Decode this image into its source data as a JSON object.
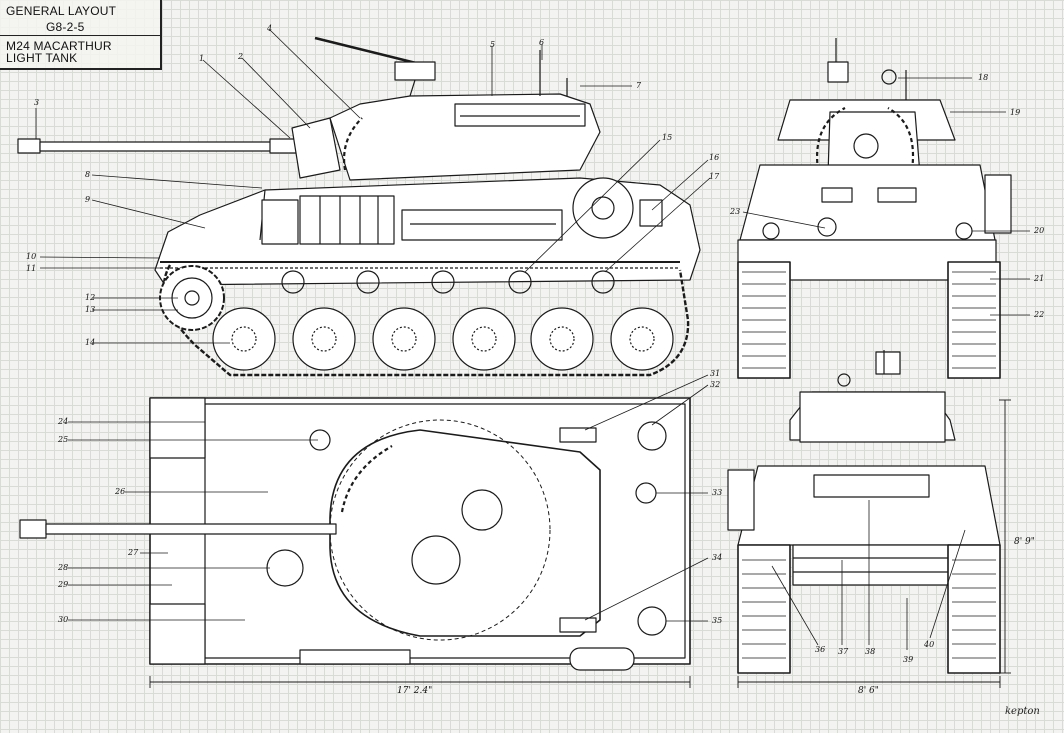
{
  "title_block": {
    "line1": "GENERAL LAYOUT",
    "line2": "G8-2-5",
    "line3": "M24 MACARTHUR",
    "line4": "LIGHT TANK"
  },
  "callouts": [
    "1",
    "2",
    "3",
    "4",
    "5",
    "6",
    "7",
    "8",
    "9",
    "10",
    "11",
    "12",
    "13",
    "14",
    "15",
    "16",
    "17",
    "18",
    "19",
    "20",
    "21",
    "22",
    "23",
    "24",
    "25",
    "26",
    "27",
    "28",
    "29",
    "30",
    "31",
    "32",
    "33",
    "34",
    "35",
    "36",
    "37",
    "38",
    "39",
    "40"
  ],
  "dimensions": {
    "length": "17' 2.4\"",
    "width": "8' 6\"",
    "height": "8' 9\""
  },
  "signature": "kepton"
}
